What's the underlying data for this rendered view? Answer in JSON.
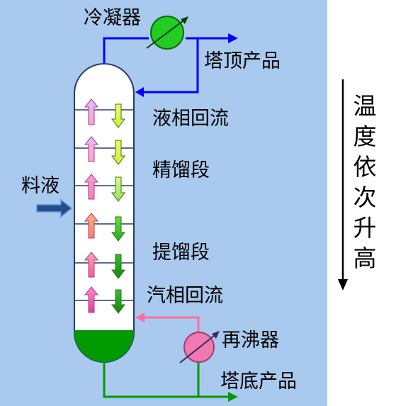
{
  "labels": {
    "condenser": "冷凝器",
    "top_product": "塔顶产品",
    "liquid_reflux": "液相回流",
    "rectifying_section": "精馏段",
    "feed": "料液",
    "stripping_section": "提馏段",
    "vapor_reflux": "汽相回流",
    "reboiler": "再沸器",
    "bottom_product": "塔底产品",
    "temperature_note": "温度依次升高"
  },
  "colors": {
    "background": "#a9c9ee",
    "panel": "#ffffff",
    "condenser": "#22cc22",
    "reboiler": "#f07ab0",
    "top_lines": "#0000ff",
    "bottom_lines": "#009900",
    "vapor_return": "#ff6fa0",
    "feed_arrow": "#2a4a8a",
    "liquid_bottom": "#009900"
  }
}
